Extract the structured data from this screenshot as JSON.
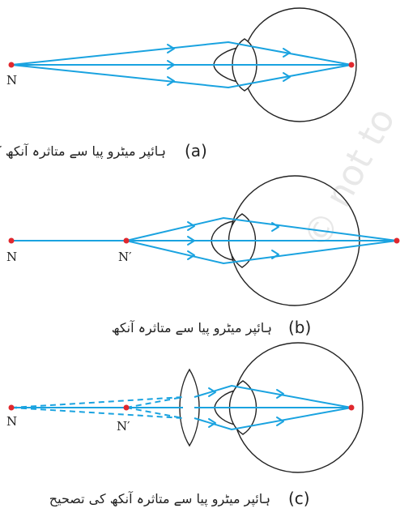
{
  "colors": {
    "ray": "#1aa3e0",
    "point": "#e0282e",
    "outline": "#222222"
  },
  "watermark": "© not to",
  "panels": [
    {
      "near_label": "N",
      "caption_letter": "(a)",
      "caption_text": "ہائپر میٹرو پیا سے متاثرہ آنکھ کا نزدیکی نقطہ"
    },
    {
      "near_label": "N",
      "image_label": "N′",
      "caption_letter": "(b)",
      "caption_text": "ہائپر میٹرو پیا سے متاثرہ آنکھ"
    },
    {
      "near_label": "N",
      "image_label": "N′",
      "caption_letter": "(c)",
      "caption_text": "ہائپر میٹرو پیا سے متاثرہ آنکھ کی تصحیح"
    }
  ]
}
